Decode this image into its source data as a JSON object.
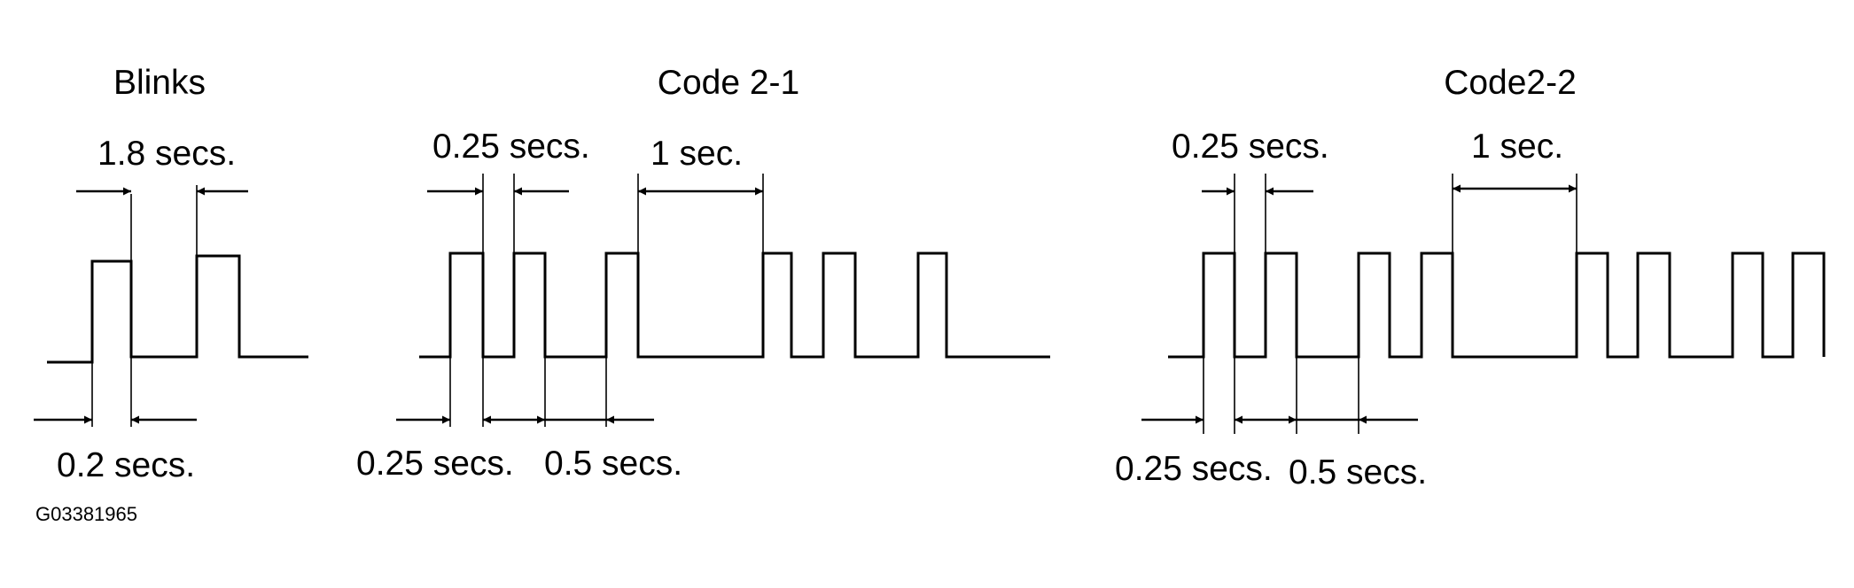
{
  "figure_id": "G03381965",
  "diagrams": [
    {
      "title": "Blinks",
      "labels": [
        "1.8 secs.",
        "0.2 secs."
      ]
    },
    {
      "title": "Code 2-1",
      "labels": [
        "0.25 secs.",
        "1 sec.",
        "0.25 secs.",
        "0.5 secs."
      ]
    },
    {
      "title": "Code2-2",
      "labels": [
        "0.25 secs.",
        "1 sec.",
        "0.25 secs.",
        "0.5 secs."
      ]
    }
  ]
}
